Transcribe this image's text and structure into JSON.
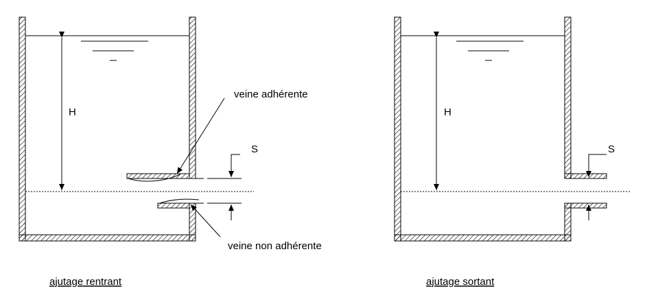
{
  "colors": {
    "stroke": "#000000",
    "background": "#ffffff"
  },
  "left_diagram": {
    "height_label": "H",
    "section_label": "S",
    "callout_top": "veine adhérente",
    "callout_bottom": "veine non adhérente",
    "caption": "ajutage rentrant"
  },
  "right_diagram": {
    "height_label": "H",
    "section_label": "S",
    "caption": "ajutage sortant"
  }
}
